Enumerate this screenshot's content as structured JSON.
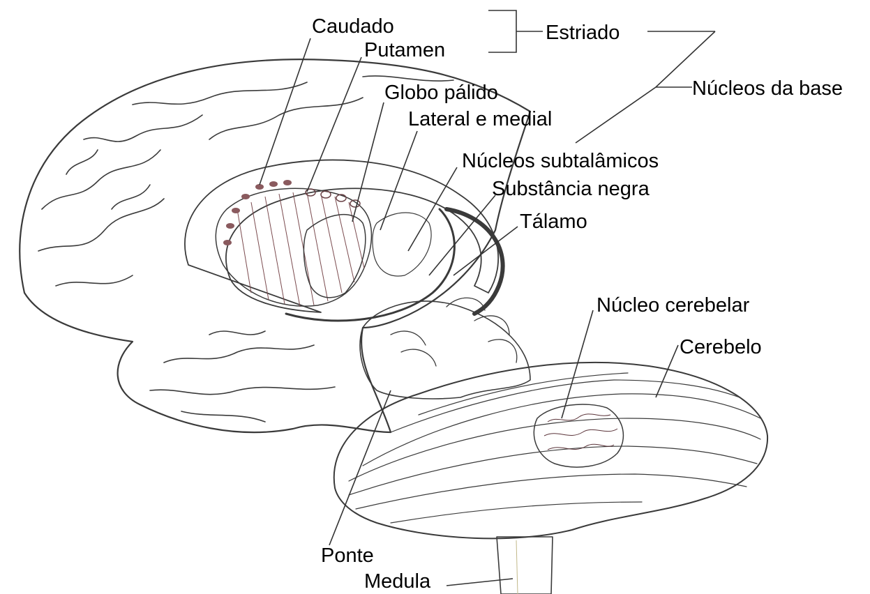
{
  "labels": {
    "caudado": "Caudado",
    "putamen": "Putamen",
    "estriado": "Estriado",
    "nucleos_base": "Núcleos da base",
    "globo_palido": "Globo pálido",
    "lateral_medial": "Lateral e medial",
    "subtalamicos": "Núcleos subtalâmicos",
    "substancia_negra": "Substância negra",
    "talamo": "Tálamo",
    "nucleo_cerebelar": "Núcleo cerebelar",
    "cerebelo": "Cerebelo",
    "ponte": "Ponte",
    "medula": "Medula"
  },
  "colors": {
    "cortex_fill": "#f6efe6",
    "outline": "#3a3a3a",
    "striatum_shell": "#e8dcc2",
    "caudate_putamen": "#b77a7e",
    "globus_pallidus": "#9c5a60",
    "thalamus_blue": "#a9cfee",
    "cerebellum": "#d6d4d4",
    "cerebellar_nucleus": "#8f5a62",
    "spinal_cord": "#eee8bc"
  }
}
